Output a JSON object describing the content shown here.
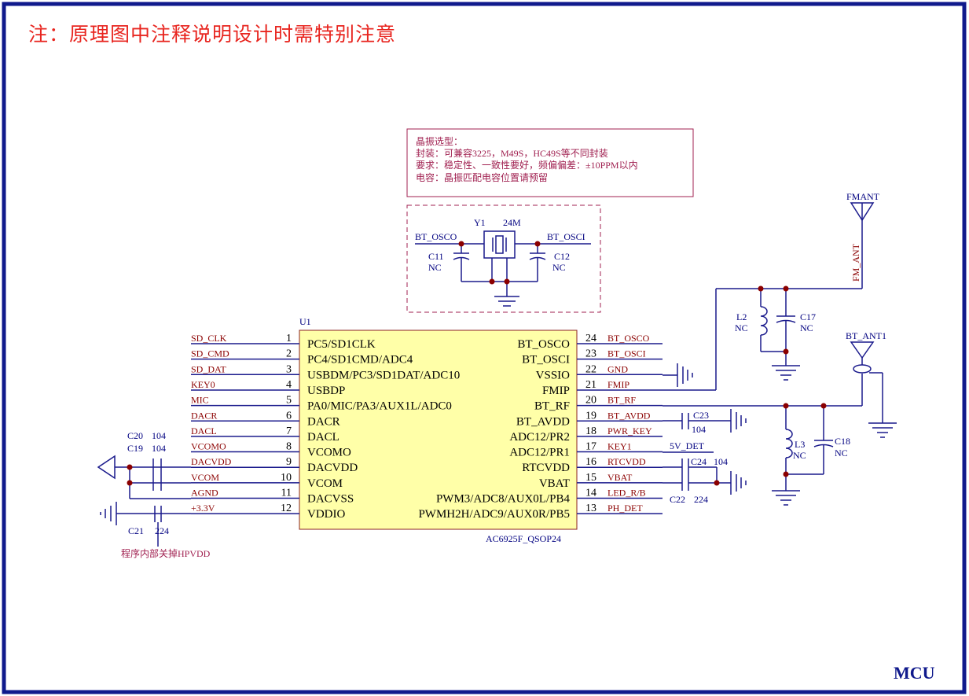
{
  "title": "注：原理图中注释说明设计时需特别注意",
  "sheet_label": "MCU",
  "note_box": {
    "lines": [
      "晶振选型：",
      "封装：可兼容3225，M49S，HC49S等不同封装",
      "要求：稳定性、一致性要好，频偏偏差：±10PPM以内",
      "电容：晶振匹配电容位置请预留"
    ]
  },
  "crystal": {
    "ref": "Y1",
    "value": "24M",
    "net_left": "BT_OSCO",
    "net_right": "BT_OSCI",
    "c_left": {
      "ref": "C11",
      "value": "NC"
    },
    "c_right": {
      "ref": "C12",
      "value": "NC"
    }
  },
  "ic": {
    "ref": "U1",
    "part": "AC6925F_QSOP24",
    "left_pins": [
      {
        "num": "1",
        "name": "PC5/SD1CLK",
        "net": "SD_CLK"
      },
      {
        "num": "2",
        "name": "PC4/SD1CMD/ADC4",
        "net": "SD_CMD"
      },
      {
        "num": "3",
        "name": "USBDM/PC3/SD1DAT/ADC10",
        "net": "SD_DAT"
      },
      {
        "num": "4",
        "name": "USBDP",
        "net": "KEY0"
      },
      {
        "num": "5",
        "name": "PA0/MIC/PA3/AUX1L/ADC0",
        "net": "MIC"
      },
      {
        "num": "6",
        "name": "DACR",
        "net": "DACR"
      },
      {
        "num": "7",
        "name": "DACL",
        "net": "DACL"
      },
      {
        "num": "8",
        "name": "VCOMO",
        "net": "VCOMO"
      },
      {
        "num": "9",
        "name": "DACVDD",
        "net": "DACVDD"
      },
      {
        "num": "10",
        "name": "VCOM",
        "net": "VCOM"
      },
      {
        "num": "11",
        "name": "DACVSS",
        "net": "AGND"
      },
      {
        "num": "12",
        "name": "VDDIO",
        "net": "+3.3V"
      }
    ],
    "right_pins": [
      {
        "num": "24",
        "name": "BT_OSCO",
        "net": "BT_OSCO"
      },
      {
        "num": "23",
        "name": "BT_OSCI",
        "net": "BT_OSCI"
      },
      {
        "num": "22",
        "name": "VSSIO",
        "net": "GND"
      },
      {
        "num": "21",
        "name": "FMIP",
        "net": "FMIP"
      },
      {
        "num": "20",
        "name": "BT_RF",
        "net": "BT_RF"
      },
      {
        "num": "19",
        "name": "BT_AVDD",
        "net": "BT_AVDD"
      },
      {
        "num": "18",
        "name": "ADC12/PR2",
        "net": "PWR_KEY"
      },
      {
        "num": "17",
        "name": "ADC12/PR1",
        "net": "KEY1"
      },
      {
        "num": "16",
        "name": "RTCVDD",
        "net": "RTCVDD"
      },
      {
        "num": "15",
        "name": "VBAT",
        "net": "VBAT"
      },
      {
        "num": "14",
        "name": "PWM3/ADC8/AUX0L/PB4",
        "net": "LED_R/B"
      },
      {
        "num": "13",
        "name": "PWMH2H/ADC9/AUX0R/PB5",
        "net": "PH_DET"
      }
    ]
  },
  "net_5v_det": "5V_DET",
  "caps_left": [
    {
      "ref": "C20",
      "value": "104"
    },
    {
      "ref": "C19",
      "value": "104"
    },
    {
      "ref": "C21",
      "value": "224"
    }
  ],
  "hpvdd_note": "程序内部关掉HPVDD",
  "caps_right": [
    {
      "ref": "C23",
      "value": "104"
    },
    {
      "ref": "C24",
      "value": "104"
    },
    {
      "ref": "C22",
      "value": "224"
    }
  ],
  "fm_antenna": {
    "ref": "FMANT",
    "net": "FM_ANT"
  },
  "fm_match": {
    "l": {
      "ref": "L2",
      "value": "NC"
    },
    "c": {
      "ref": "C17",
      "value": "NC"
    }
  },
  "bt_antenna": {
    "ref": "BT_ANT1"
  },
  "bt_match": {
    "l": {
      "ref": "L3",
      "value": "NC"
    },
    "c": {
      "ref": "C18",
      "value": "NC"
    }
  },
  "colors": {
    "frame": "#101a8c",
    "wire": "#1a1a8c",
    "net_label": "#8b0000",
    "component": "#000080",
    "note": "#a02050",
    "ic_fill": "#ffffa8",
    "ic_stroke": "#8b2020",
    "title": "#e8251f"
  }
}
